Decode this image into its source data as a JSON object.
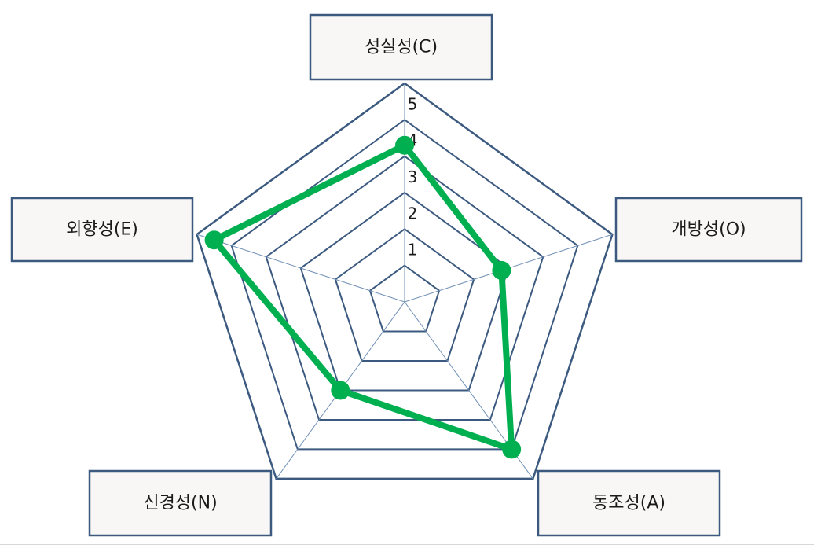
{
  "chart_data": {
    "type": "radar",
    "categories": [
      "성실성(C)",
      "개방성(O)",
      "동조성(A)",
      "신경성(N)",
      "외향성(E)"
    ],
    "values": [
      4.3,
      2.8,
      5.0,
      3.0,
      5.5
    ],
    "ticks": [
      "1",
      "2",
      "3",
      "4",
      "5"
    ],
    "rmax": 6,
    "colors": {
      "series": "#00b050",
      "grid_outer": "#3c5a80",
      "grid_inner": "#6f8fb5"
    }
  }
}
